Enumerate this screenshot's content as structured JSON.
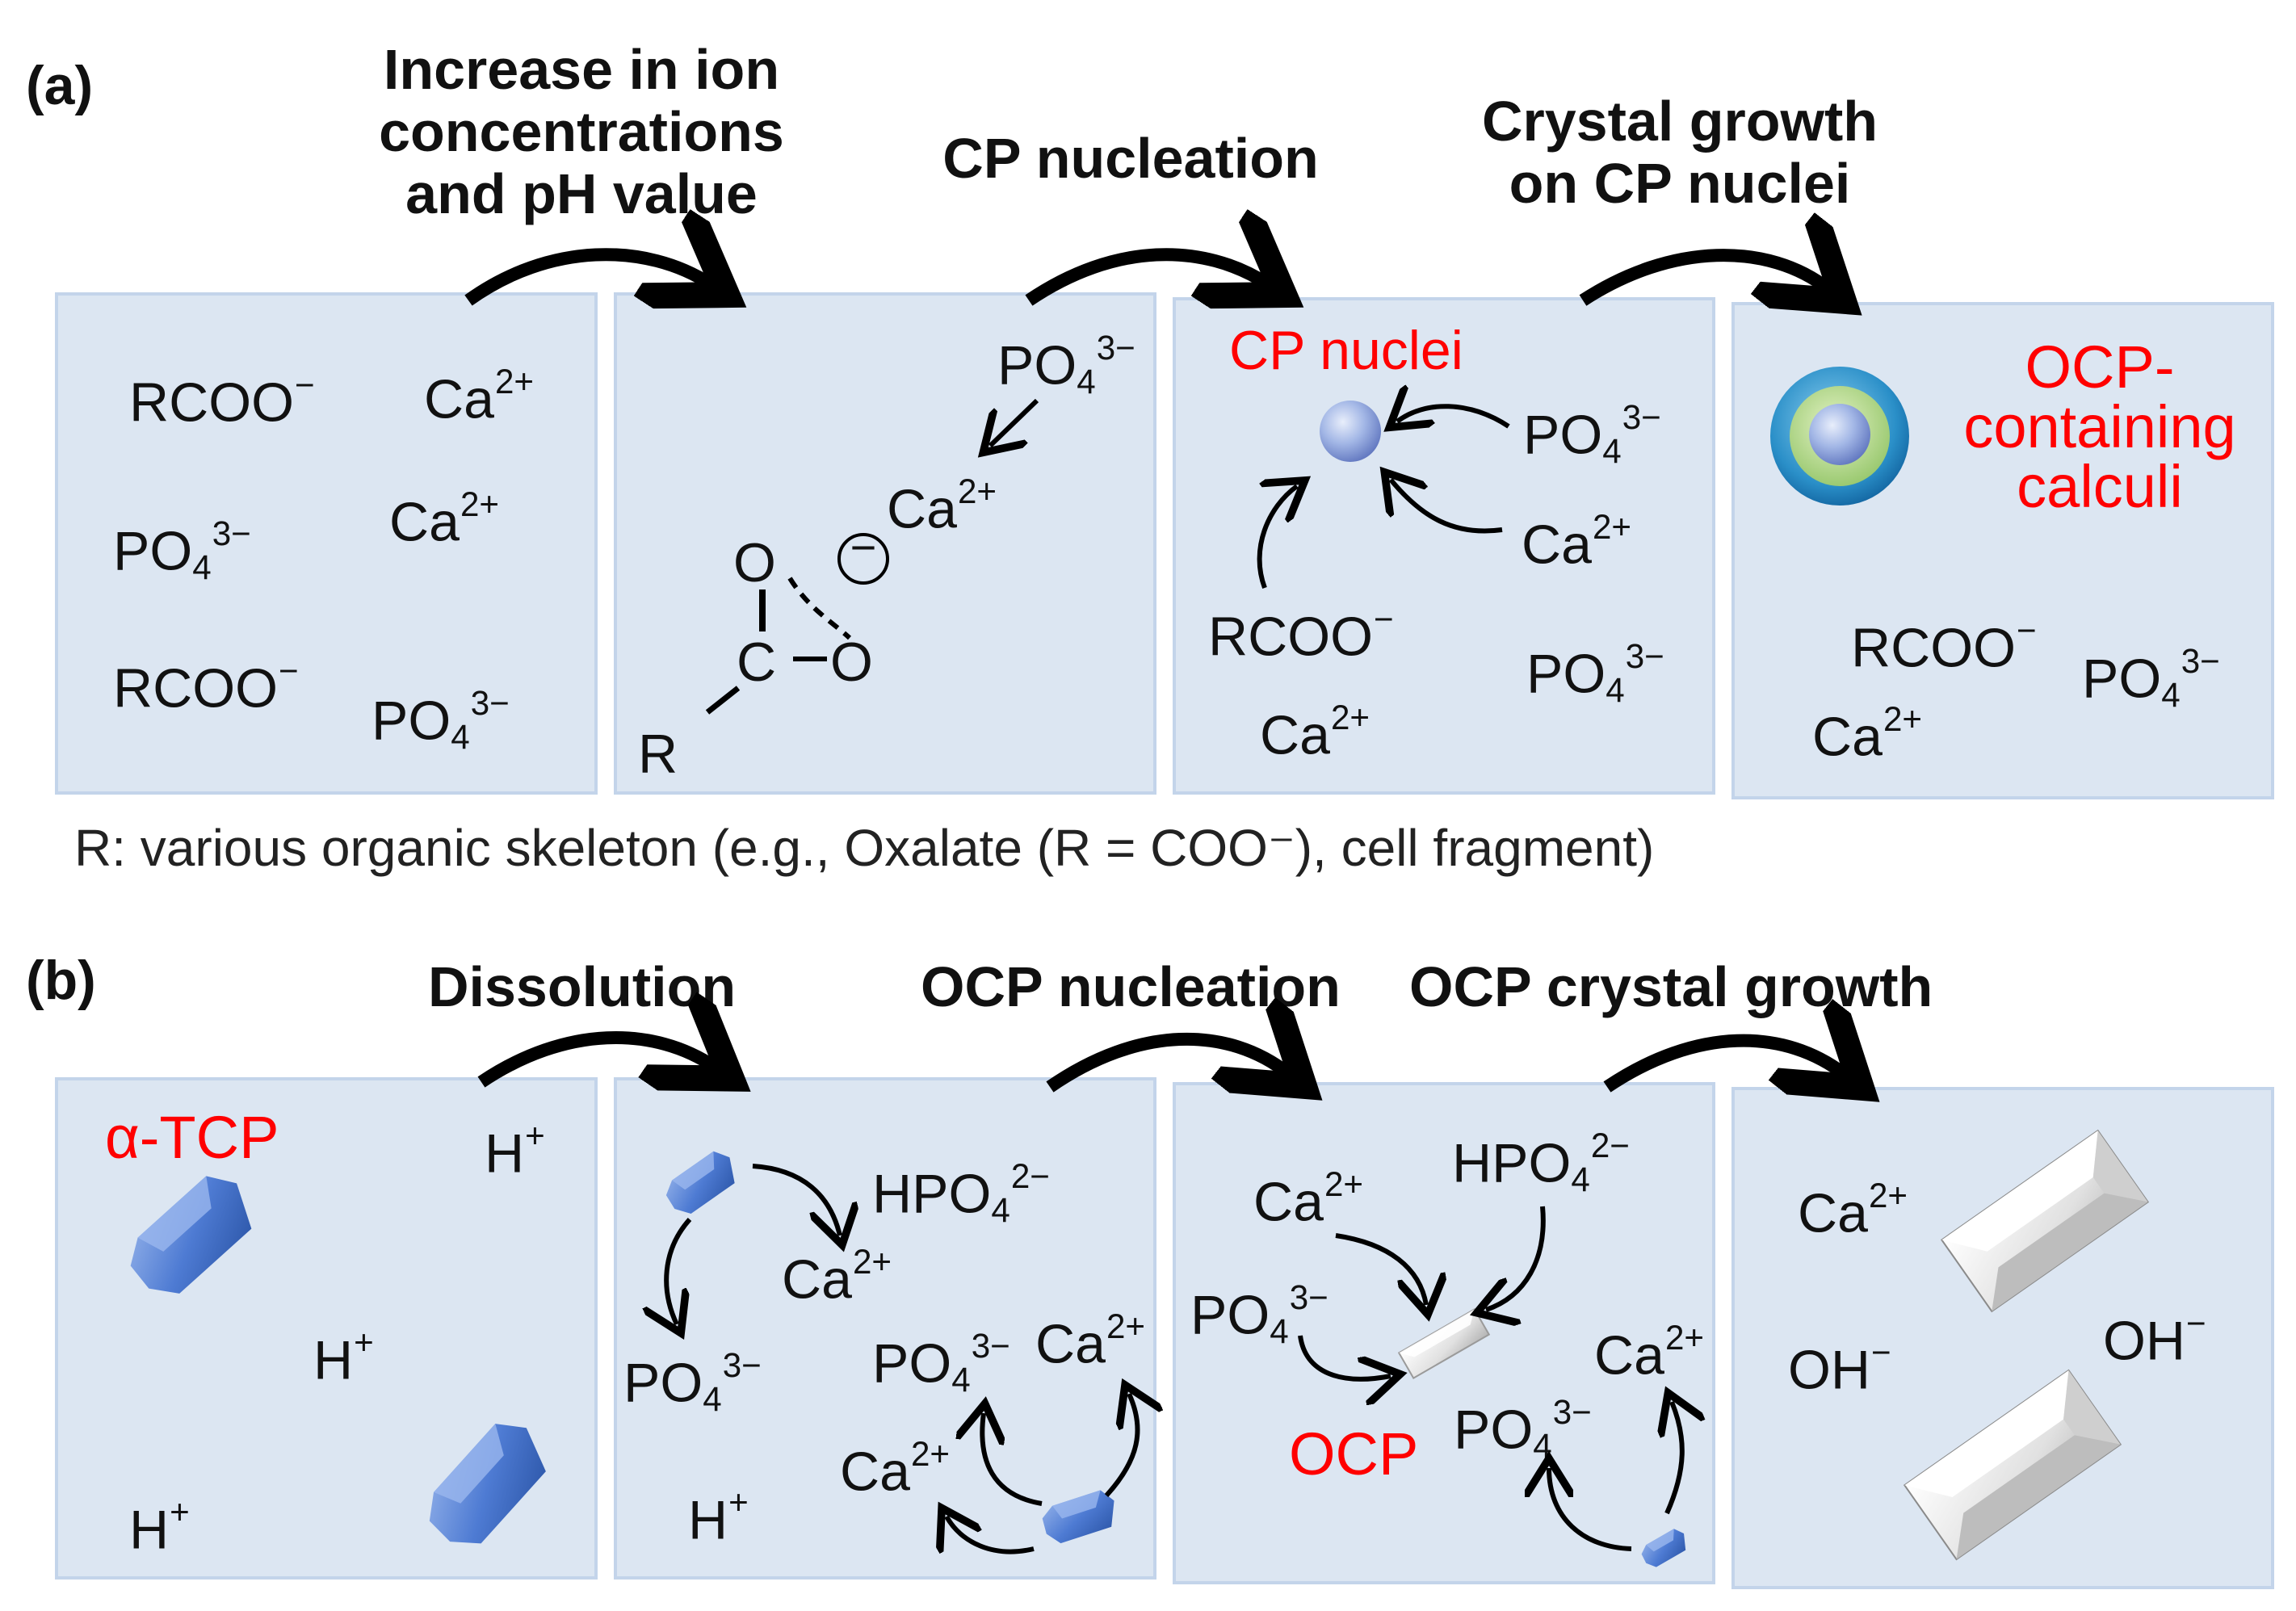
{
  "panel_a": {
    "tag": "(a)",
    "steps": [
      {
        "label": "Increase in ion\nconcentrations\nand pH value"
      },
      {
        "label": "CP nucleation"
      },
      {
        "label": "Crystal growth\non CP nuclei"
      }
    ],
    "box1": {
      "ions": [
        "RCOO",
        "Ca",
        "Ca",
        "PO",
        "RCOO",
        "PO"
      ]
    },
    "box2": {
      "po4": "PO",
      "ca": "Ca",
      "o_top": "O",
      "c_atom": "C",
      "o_right": "O",
      "r_group": "R",
      "minus": "−"
    },
    "box3": {
      "title": "CP nuclei",
      "ions": [
        "PO",
        "Ca",
        "RCOO",
        "PO",
        "Ca"
      ]
    },
    "box4": {
      "title": "OCP-\ncontaining\ncalculi",
      "ions": [
        "RCOO",
        "PO",
        "Ca"
      ]
    },
    "footnote": "R: various organic skeleton (e.g., Oxalate  (R = COO⁻), cell fragment)"
  },
  "panel_b": {
    "tag": "(b)",
    "steps": [
      {
        "label": "Dissolution"
      },
      {
        "label": "OCP nucleation"
      },
      {
        "label": "OCP crystal growth"
      }
    ],
    "box1": {
      "title": "α-TCP",
      "ions": [
        "H",
        "H",
        "H"
      ]
    },
    "box2": {
      "ions": [
        "HPO",
        "Ca",
        "PO",
        "PO",
        "Ca",
        "Ca",
        "H"
      ]
    },
    "box3": {
      "title": "OCP",
      "ions": [
        "Ca",
        "HPO",
        "PO",
        "Ca",
        "PO"
      ]
    },
    "box4": {
      "ions": [
        "Ca",
        "OH",
        "OH"
      ]
    }
  },
  "charges": {
    "ca": "2+",
    "po4": "3−",
    "hpo4": "2−",
    "rcoo": "−",
    "oh": "−",
    "h": "+",
    "po4_sub": "4"
  },
  "colors": {
    "panel_fill": "#dce6f2",
    "panel_border": "#c3d4ea",
    "highlight": "#ff0000",
    "tcp_crystal": "#4472c4",
    "ocp_crystal": "#d9d9d9"
  }
}
